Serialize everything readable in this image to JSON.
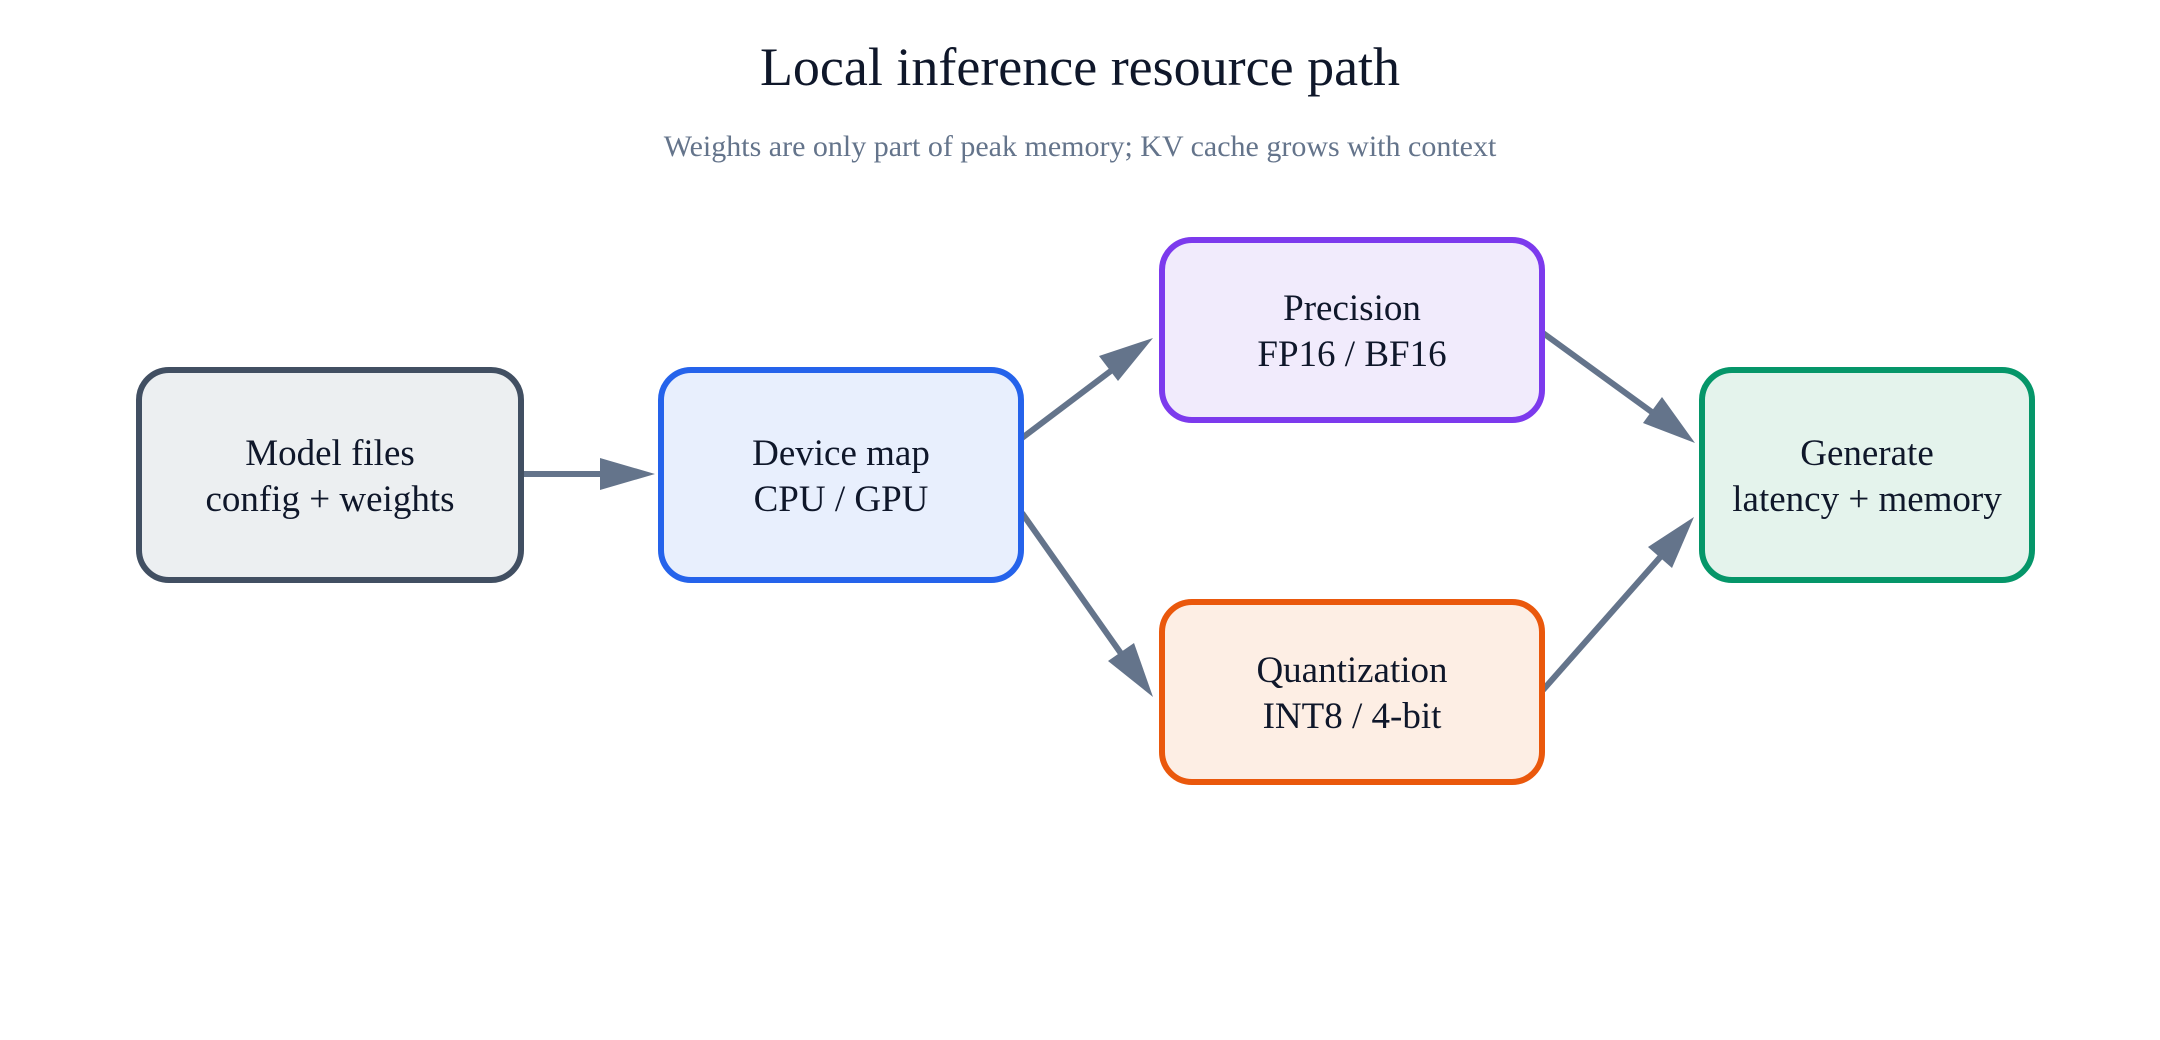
{
  "diagram": {
    "title": "Local inference resource path",
    "subtitle": "Weights are only part of peak memory; KV cache grows with context",
    "nodes": [
      {
        "id": "model-files",
        "line1": "Model files",
        "line2": "config + weights",
        "fill": "#eceff1",
        "stroke": "#414f62"
      },
      {
        "id": "device-map",
        "line1": "Device map",
        "line2": "CPU / GPU",
        "fill": "#e8effd",
        "stroke": "#2563eb"
      },
      {
        "id": "precision",
        "line1": "Precision",
        "line2": "FP16 / BF16",
        "fill": "#f1ebfc",
        "stroke": "#7c3aed"
      },
      {
        "id": "quantization",
        "line1": "Quantization",
        "line2": "INT8 / 4-bit",
        "fill": "#fdeee4",
        "stroke": "#ea580c"
      },
      {
        "id": "generate",
        "line1": "Generate",
        "line2": "latency + memory",
        "fill": "#e4f3ec",
        "stroke": "#059669"
      }
    ],
    "edges": [
      {
        "from": "model-files",
        "to": "device-map"
      },
      {
        "from": "device-map",
        "to": "precision"
      },
      {
        "from": "device-map",
        "to": "quantization"
      },
      {
        "from": "precision",
        "to": "generate"
      },
      {
        "from": "quantization",
        "to": "generate"
      }
    ],
    "colors": {
      "arrow": "#64748b",
      "title": "#0f172a",
      "subtitle": "#64748b"
    }
  }
}
